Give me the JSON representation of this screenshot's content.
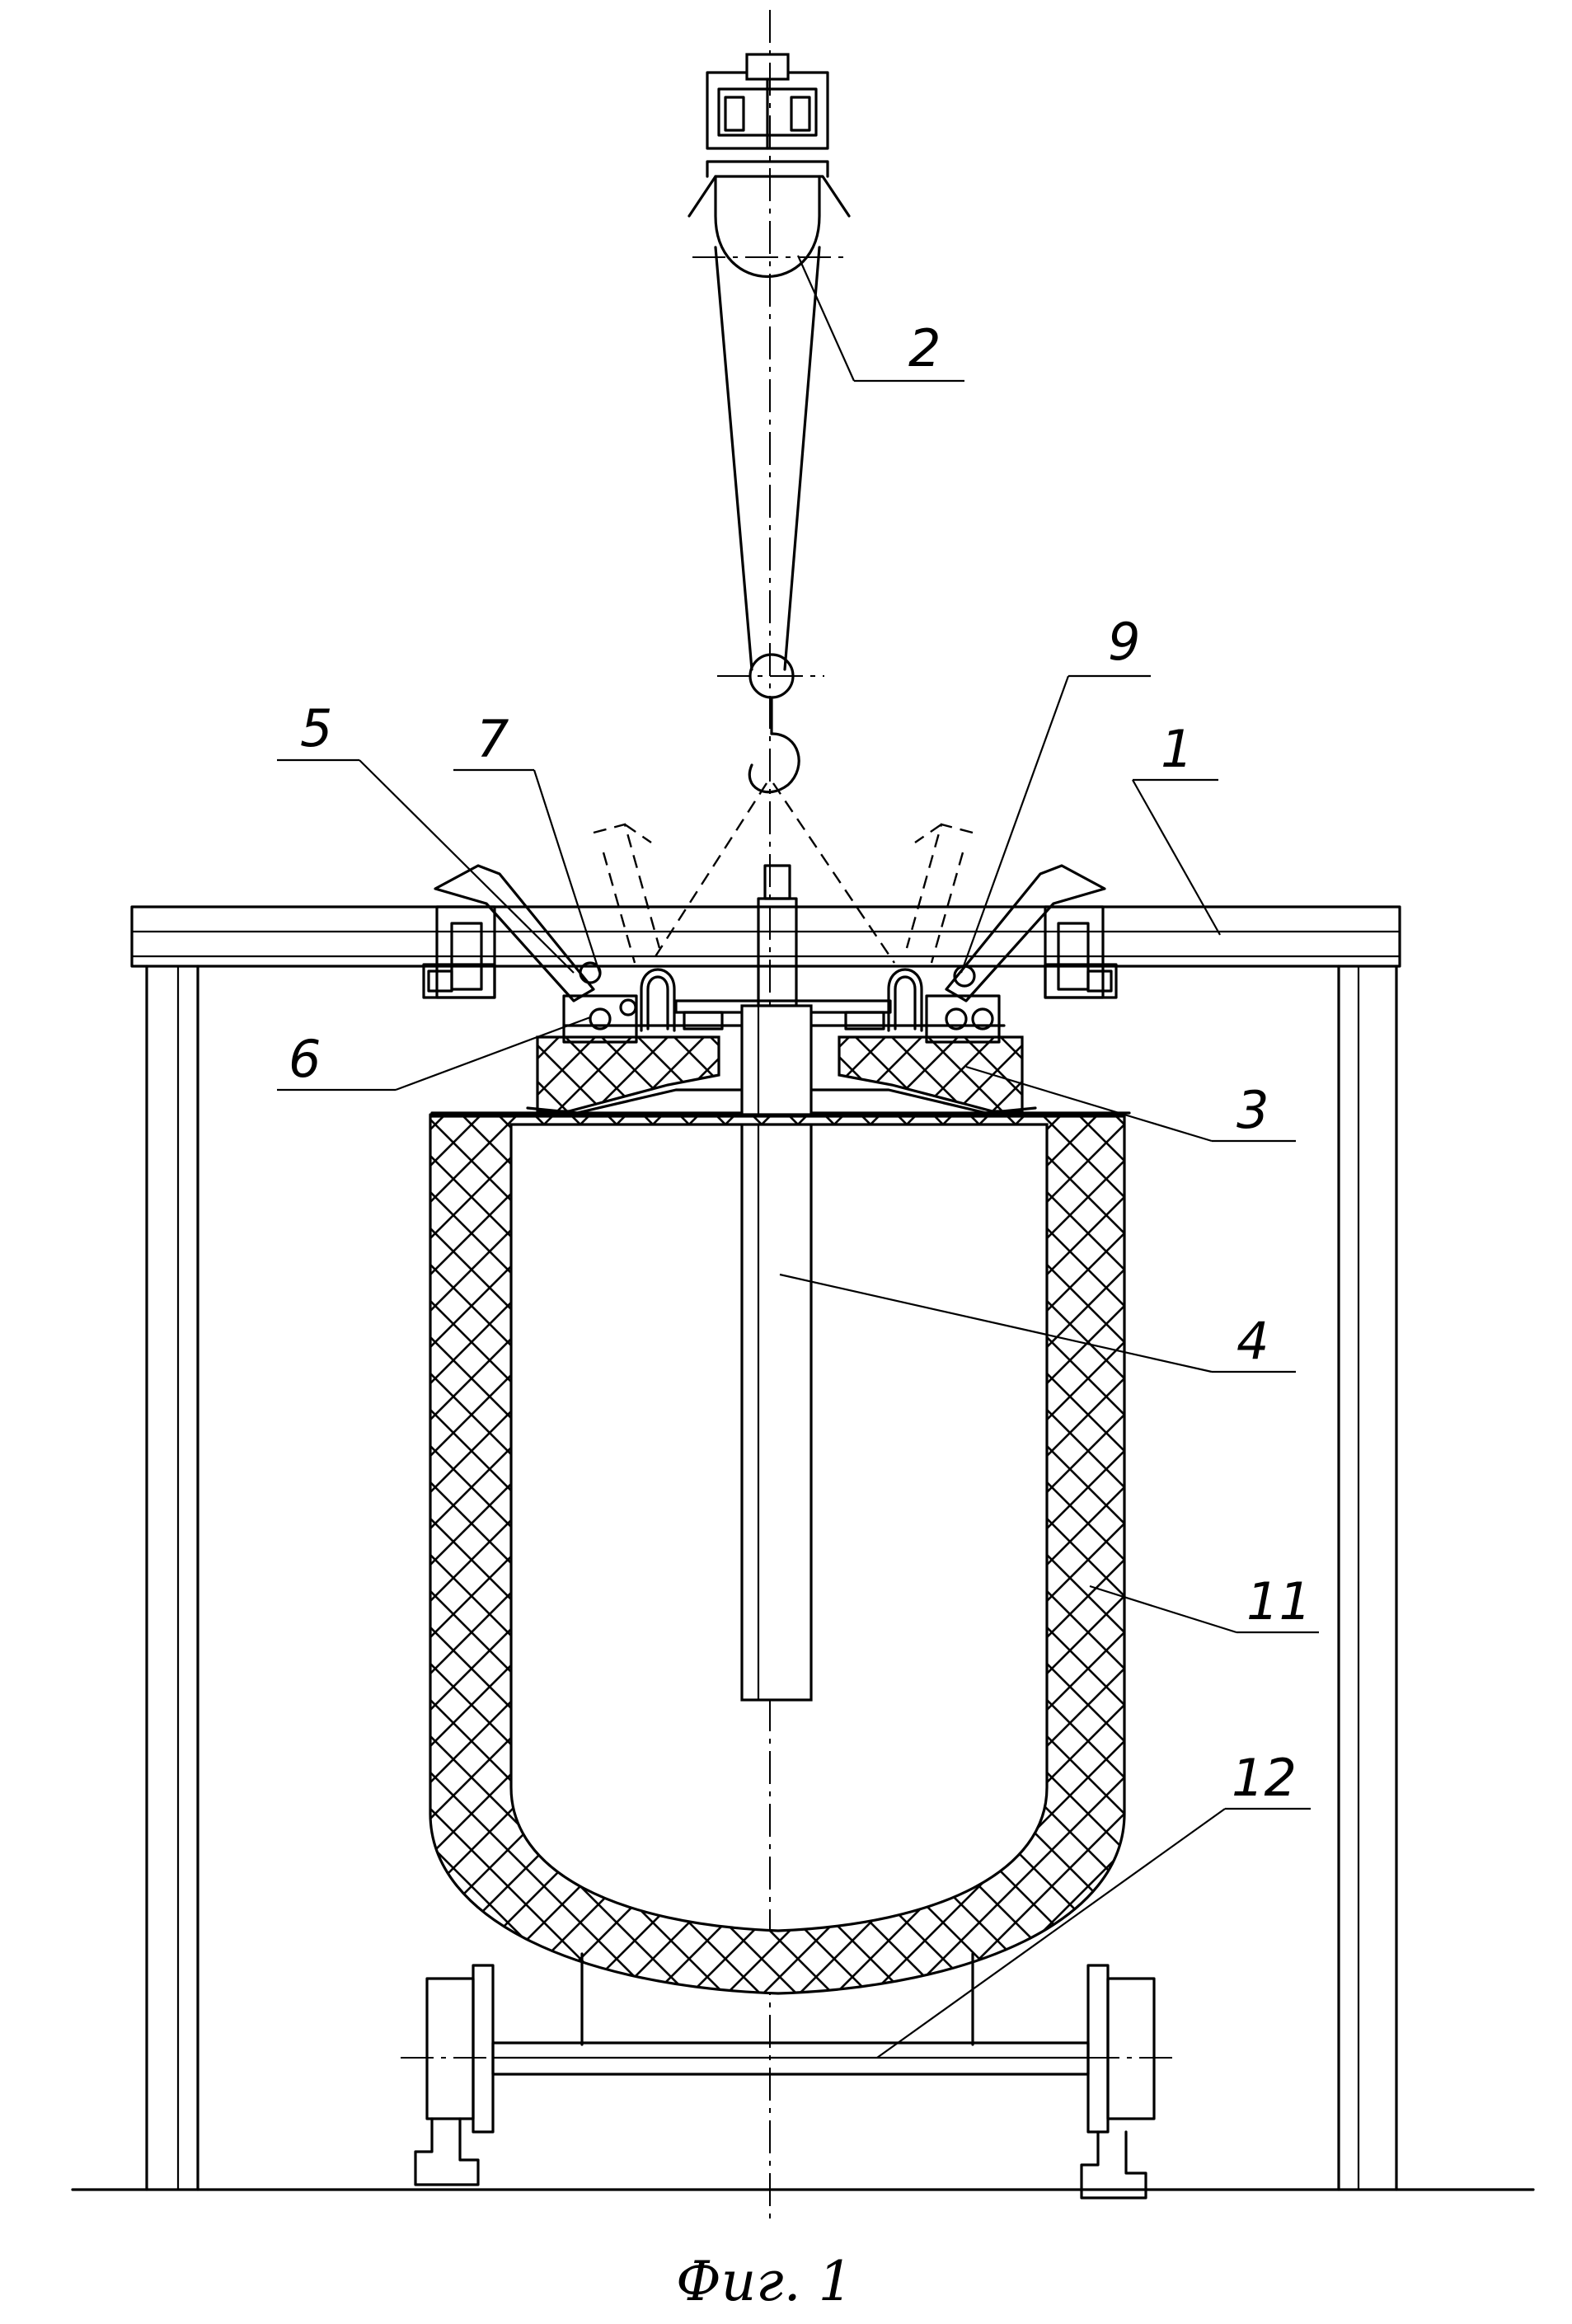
{
  "figure": {
    "caption": "Фиг. 1",
    "callouts": [
      {
        "id": "1",
        "text": "1"
      },
      {
        "id": "2",
        "text": "2"
      },
      {
        "id": "3",
        "text": "3"
      },
      {
        "id": "4",
        "text": "4"
      },
      {
        "id": "5",
        "text": "5"
      },
      {
        "id": "6",
        "text": "6"
      },
      {
        "id": "7",
        "text": "7"
      },
      {
        "id": "9",
        "text": "9"
      },
      {
        "id": "11",
        "text": "11"
      },
      {
        "id": "12",
        "text": "12"
      }
    ]
  }
}
